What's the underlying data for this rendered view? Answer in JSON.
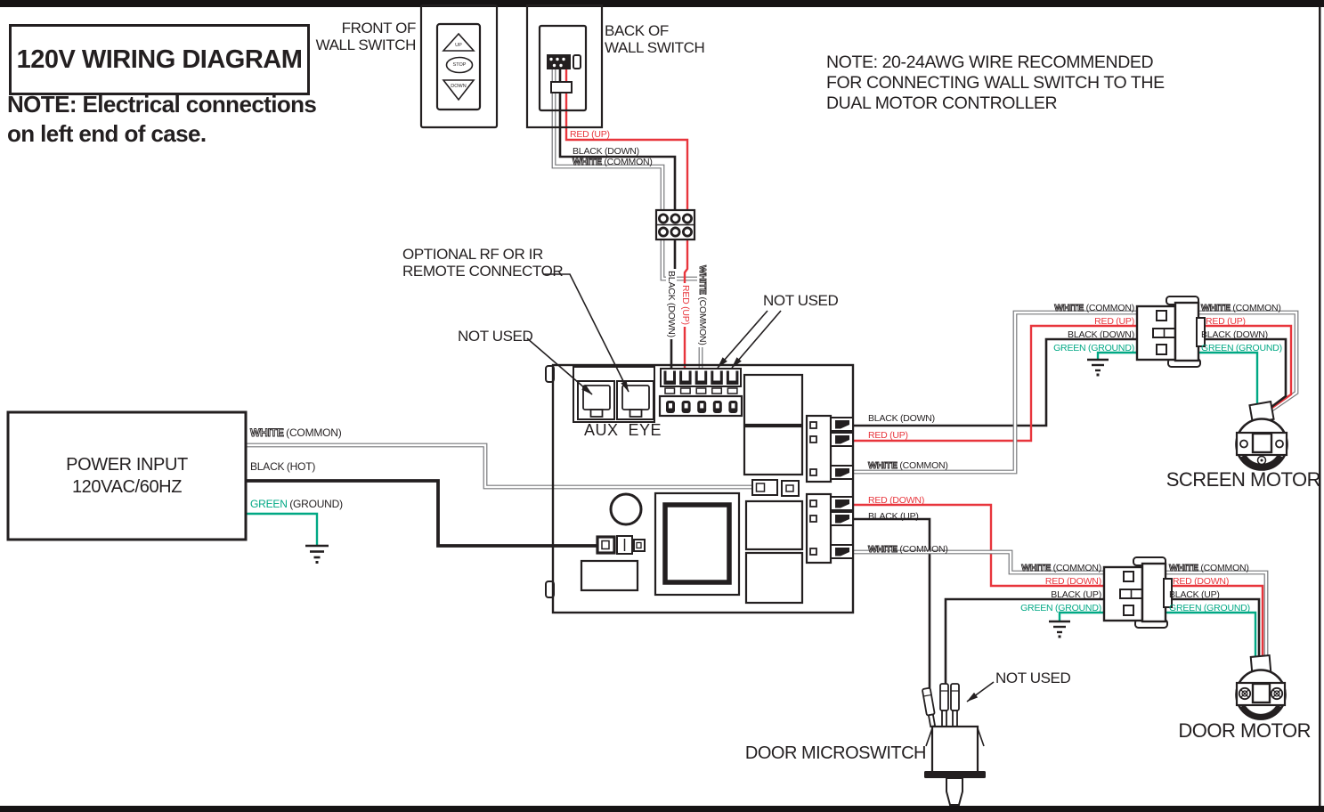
{
  "title": "120V WIRING DIAGRAM",
  "notes": {
    "left": [
      "NOTE: Electrical connections",
      "on left end of case."
    ],
    "right": [
      "NOTE: 20-24AWG WIRE RECOMMENDED",
      "FOR CONNECTING WALL SWITCH TO THE",
      "DUAL MOTOR CONTROLLER"
    ]
  },
  "wall_switch": {
    "front": [
      "FRONT OF",
      "WALL SWITCH"
    ],
    "back": [
      "BACK OF",
      "WALL SWITCH"
    ],
    "buttons": {
      "up": "UP",
      "stop": "STOP",
      "down": "DOWN"
    }
  },
  "switch_wires": {
    "red": {
      "word": "RED",
      "rest": "(UP)"
    },
    "black": {
      "word": "BLACK",
      "rest": "(DOWN)"
    },
    "white": {
      "word": "WHITE",
      "rest": "(COMMON)"
    }
  },
  "vertical_wires": {
    "black": {
      "word": "BLACK",
      "rest": "(DOWN)"
    },
    "red": {
      "word": "RED",
      "rest": "(UP)"
    },
    "white": {
      "word": "WHITE",
      "rest": "(COMMON)"
    }
  },
  "power": {
    "title": [
      "POWER INPUT",
      "120VAC/60HZ"
    ],
    "white": {
      "word": "WHITE",
      "rest": "(COMMON)"
    },
    "black": {
      "word": "BLACK",
      "rest": "(HOT)"
    },
    "green": {
      "word": "GREEN",
      "rest": "(GROUND)"
    }
  },
  "controller": {
    "aux_eye": "AUX  EYE",
    "not_used_aux": "NOT USED",
    "not_used_terminals": "NOT USED",
    "optional_connector": [
      "OPTIONAL RF OR IR",
      "REMOTE CONNECTOR"
    ],
    "screen_out": {
      "black": {
        "word": "BLACK",
        "rest": "(DOWN)"
      },
      "red": {
        "word": "RED",
        "rest": "(UP)"
      },
      "white": {
        "word": "WHITE",
        "rest": "(COMMON)"
      }
    },
    "door_out": {
      "red": {
        "word": "RED",
        "rest": "(DOWN)"
      },
      "black": {
        "word": "BLACK",
        "rest": "(UP)"
      },
      "white": {
        "word": "WHITE",
        "rest": "(COMMON)"
      }
    }
  },
  "screen_motor": {
    "name": "SCREEN MOTOR",
    "left": [
      {
        "word": "WHITE",
        "rest": "(COMMON)"
      },
      {
        "word": "RED",
        "rest": "(UP)"
      },
      {
        "word": "BLACK",
        "rest": "(DOWN)"
      },
      {
        "word": "GREEN",
        "rest": "(GROUND)"
      }
    ],
    "right": [
      {
        "word": "WHITE",
        "rest": "(COMMON)"
      },
      {
        "word": "RED",
        "rest": "(UP)"
      },
      {
        "word": "BLACK",
        "rest": "(DOWN)"
      },
      {
        "word": "GREEN",
        "rest": "(GROUND)"
      }
    ]
  },
  "door_motor": {
    "name": "DOOR MOTOR",
    "left": [
      {
        "word": "WHITE",
        "rest": "(COMMON)"
      },
      {
        "word": "RED",
        "rest": "(DOWN)"
      },
      {
        "word": "BLACK",
        "rest": "(UP)"
      },
      {
        "word": "GREEN",
        "rest": "(GROUND)"
      }
    ],
    "right": [
      {
        "word": "WHITE",
        "rest": "(COMMON)"
      },
      {
        "word": "RED",
        "rest": "(DOWN)"
      },
      {
        "word": "BLACK",
        "rest": "(UP)"
      },
      {
        "word": "GREEN",
        "rest": "(GROUND)"
      }
    ]
  },
  "microswitch": {
    "name": "DOOR MICROSWITCH",
    "not_used": "NOT USED"
  },
  "colors": {
    "line": "#231f20",
    "red_wire": "#e8353c",
    "green_wire": "#00a884",
    "white_wire_outline": "#77787b"
  }
}
